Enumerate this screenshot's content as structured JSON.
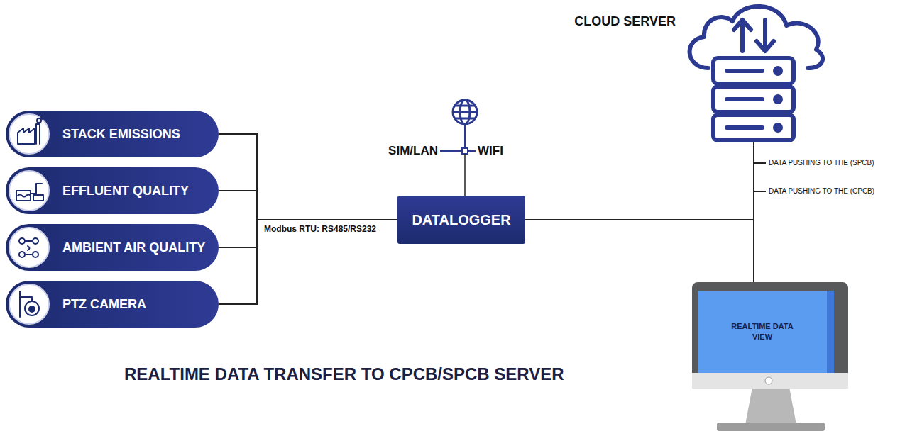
{
  "diagram": {
    "title": "REALTIME DATA TRANSFER TO CPCB/SPCB SERVER",
    "nodes": [
      {
        "text": [
          "STACK EMISSIONS"
        ]
      },
      {
        "text": [
          "EFFLUENT QUALITY"
        ]
      },
      {
        "text": [
          "AMBIENT AIR QUALITY"
        ]
      },
      {
        "text": [
          "PTZ CAMERA"
        ]
      },
      {
        "text": [
          "DATALOGGER"
        ]
      },
      {
        "text": [
          "CLOUD SERVER"
        ]
      },
      {
        "text": [
          "REALTIME DATA VIEW"
        ]
      }
    ],
    "edges": [
      {
        "from": 0,
        "to": 4,
        "arrow": "none"
      },
      {
        "from": 1,
        "to": 4,
        "arrow": "none"
      },
      {
        "from": 2,
        "to": 4,
        "arrow": "none"
      },
      {
        "from": 3,
        "to": 4,
        "arrow": "none"
      },
      {
        "from": 4,
        "to": 5,
        "arrow": "none"
      },
      {
        "from": 5,
        "to": 6,
        "arrow": "none"
      }
    ],
    "labels": [
      "SIM/LAN",
      "WIFI",
      "Modbus RTU: RS485/RS232",
      "DATA PUSHING TO THE (SPCB)",
      "DATA PUSHING TO THE (CPCB)"
    ]
  }
}
